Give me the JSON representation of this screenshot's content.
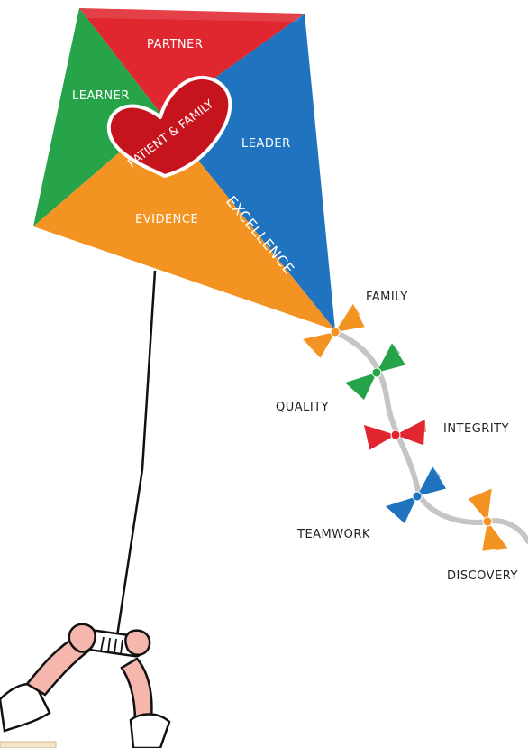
{
  "kite": {
    "sections": {
      "partner": "PARTNER",
      "learner": "LEARNER",
      "leader": "LEADER",
      "evidence": "EVIDENCE",
      "excellence": "EXCELLENCE"
    },
    "heart": "PATIENT & FAMILY",
    "colors": {
      "red": "#e0262f",
      "green": "#27a349",
      "blue": "#1f73bf",
      "orange": "#f39322",
      "heart": "#c6141f"
    }
  },
  "tail": {
    "bows": [
      {
        "label": "FAMILY",
        "color": "#f39322"
      },
      {
        "label": "QUALITY",
        "color": "#27a349"
      },
      {
        "label": "INTEGRITY",
        "color": "#e0262f"
      },
      {
        "label": "TEAMWORK",
        "color": "#1f73bf"
      },
      {
        "label": "DISCOVERY",
        "color": "#f39322"
      }
    ]
  }
}
